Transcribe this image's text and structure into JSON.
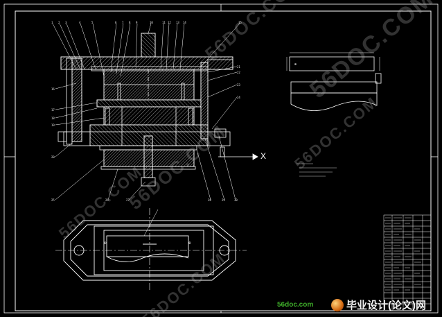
{
  "drawing": {
    "section_label": "X",
    "part_numbers_top": [
      "1",
      "2",
      "3",
      "4",
      "5",
      "6",
      "7",
      "8",
      "9",
      "10",
      "11",
      "12",
      "13",
      "14",
      "15"
    ],
    "part_numbers_left": [
      "16",
      "17",
      "18",
      "19",
      "20"
    ],
    "part_numbers_right": [
      "21",
      "22",
      "23",
      "24"
    ],
    "part_numbers_bottom": [
      "25",
      "26",
      "27",
      "28",
      "29",
      "30"
    ]
  },
  "watermarks": {
    "wm1": "56DOC.COM",
    "wm2": "56DOC.COM",
    "wm3": "56DOC.COM",
    "wm4": "56DOC.COM",
    "wm5": "56DOC.COM",
    "wm6": "56DOC.COM",
    "sub": "56doc.com"
  },
  "logo": {
    "text": "毕业设计(论文)网"
  },
  "colors": {
    "line": "#ffffff",
    "hatch": "#d0d0d0",
    "background": "#000000"
  }
}
